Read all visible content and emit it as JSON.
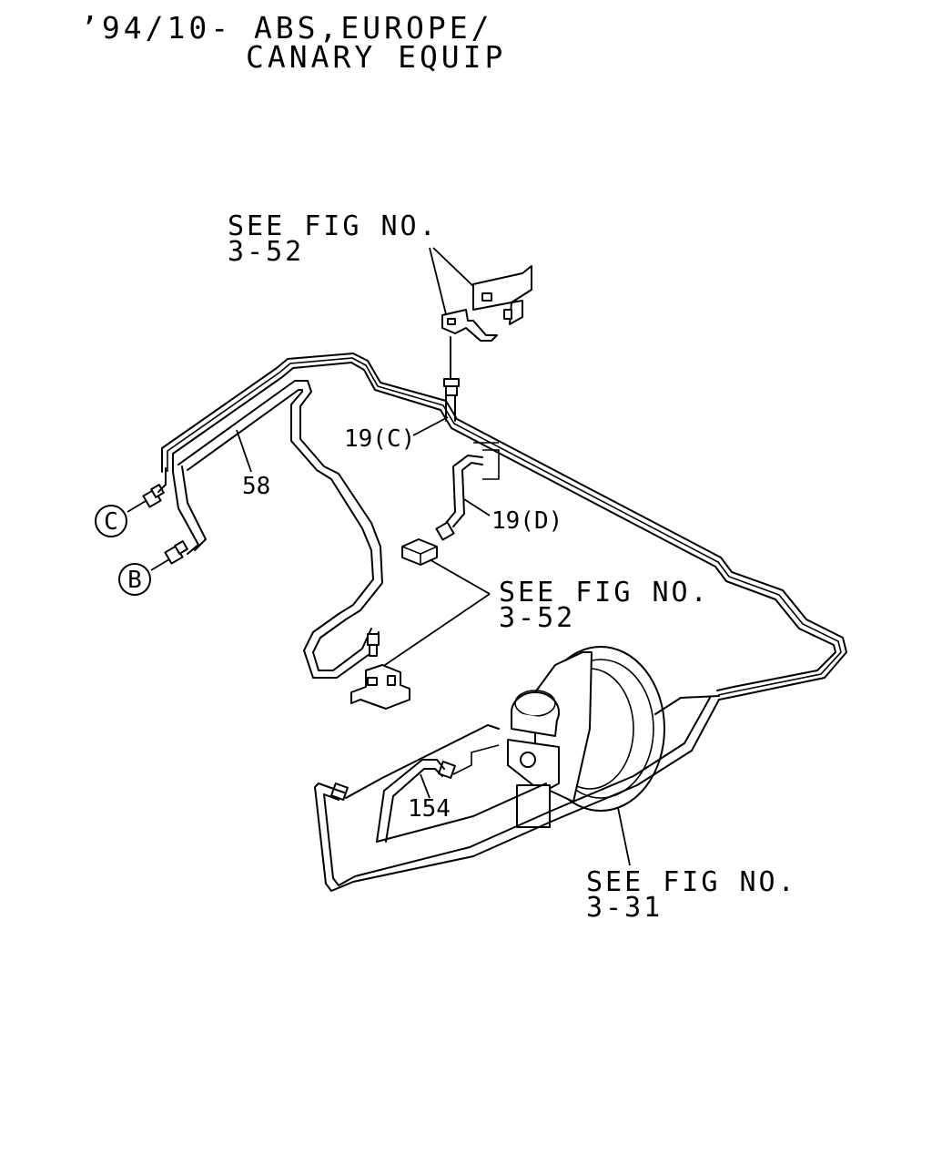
{
  "header": {
    "line1": "’94/10- ABS,EUROPE/",
    "line2": "CANARY EQUIP"
  },
  "references": [
    {
      "id": "ref-top",
      "line1": "SEE FIG NO.",
      "line2": "3-52"
    },
    {
      "id": "ref-middle",
      "line1": "SEE FIG NO.",
      "line2": "3-52"
    },
    {
      "id": "ref-bottom",
      "line1": "SEE FIG NO.",
      "line2": "3-31"
    }
  ],
  "part_numbers": {
    "p58": "58",
    "p19c": "19(C)",
    "p19d": "19(D)",
    "p154": "154"
  },
  "connectors": {
    "c": "C",
    "b": "B"
  }
}
